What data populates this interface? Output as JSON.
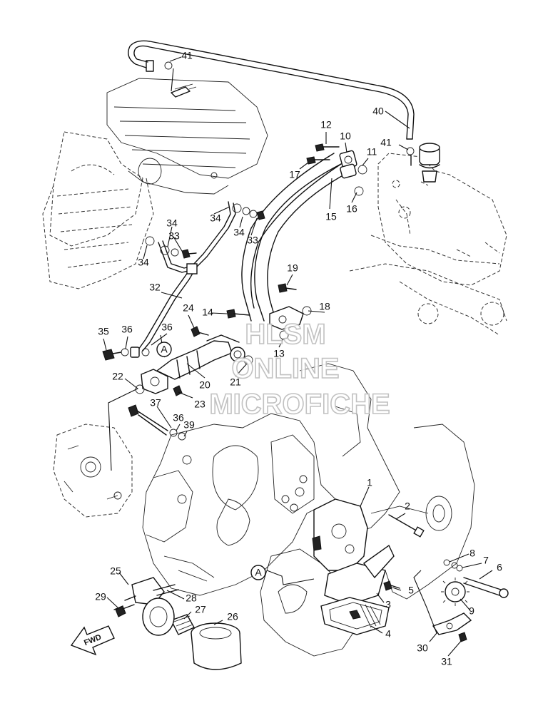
{
  "watermark": {
    "line1": "HLSM",
    "line2": "ONLINE",
    "line3": "MICROFICHE"
  },
  "direction_label": "FWD",
  "reference_letter": "A",
  "callouts": [
    {
      "id": "c1",
      "text": "1"
    },
    {
      "id": "c2",
      "text": "2"
    },
    {
      "id": "c3",
      "text": "3"
    },
    {
      "id": "c4",
      "text": "4"
    },
    {
      "id": "c5",
      "text": "5"
    },
    {
      "id": "c6",
      "text": "6"
    },
    {
      "id": "c7",
      "text": "7"
    },
    {
      "id": "c8",
      "text": "8"
    },
    {
      "id": "c9",
      "text": "9"
    },
    {
      "id": "c10",
      "text": "10"
    },
    {
      "id": "c11",
      "text": "11"
    },
    {
      "id": "c12",
      "text": "12"
    },
    {
      "id": "c13",
      "text": "13"
    },
    {
      "id": "c14",
      "text": "14"
    },
    {
      "id": "c15",
      "text": "15"
    },
    {
      "id": "c16",
      "text": "16"
    },
    {
      "id": "c17",
      "text": "17"
    },
    {
      "id": "c18",
      "text": "18"
    },
    {
      "id": "c19",
      "text": "19"
    },
    {
      "id": "c20",
      "text": "20"
    },
    {
      "id": "c21",
      "text": "21"
    },
    {
      "id": "c22",
      "text": "22"
    },
    {
      "id": "c23",
      "text": "23"
    },
    {
      "id": "c24",
      "text": "24"
    },
    {
      "id": "c25",
      "text": "25"
    },
    {
      "id": "c26",
      "text": "26"
    },
    {
      "id": "c27",
      "text": "27"
    },
    {
      "id": "c28",
      "text": "28"
    },
    {
      "id": "c29",
      "text": "29"
    },
    {
      "id": "c30",
      "text": "30"
    },
    {
      "id": "c31",
      "text": "31"
    },
    {
      "id": "c32",
      "text": "32"
    },
    {
      "id": "c33a",
      "text": "33"
    },
    {
      "id": "c33b",
      "text": "33"
    },
    {
      "id": "c34a",
      "text": "34"
    },
    {
      "id": "c34b",
      "text": "34"
    },
    {
      "id": "c34c",
      "text": "34"
    },
    {
      "id": "c34d",
      "text": "34"
    },
    {
      "id": "c35",
      "text": "35"
    },
    {
      "id": "c36a",
      "text": "36"
    },
    {
      "id": "c36b",
      "text": "36"
    },
    {
      "id": "c36c",
      "text": "36"
    },
    {
      "id": "c37",
      "text": "37"
    },
    {
      "id": "c39",
      "text": "39"
    },
    {
      "id": "c40",
      "text": "40"
    },
    {
      "id": "c41a",
      "text": "41"
    },
    {
      "id": "c41b",
      "text": "41"
    }
  ]
}
